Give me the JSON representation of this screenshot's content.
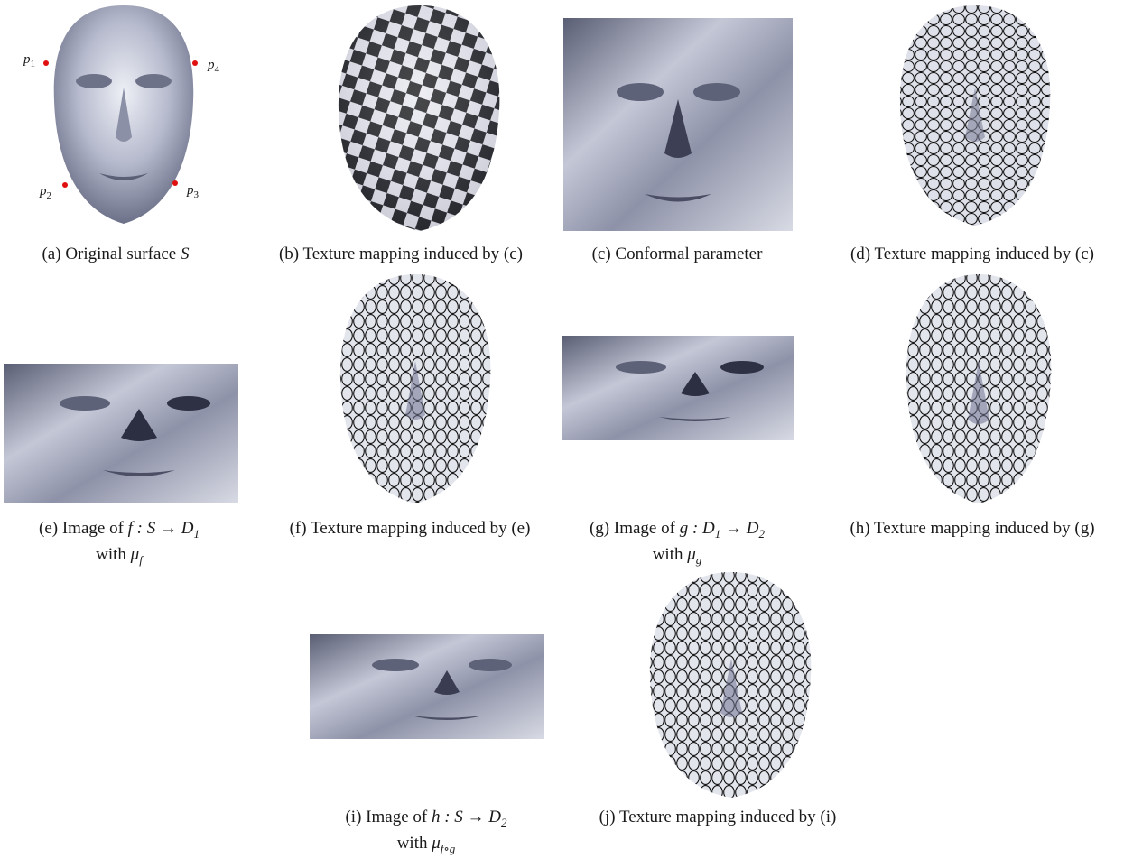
{
  "figure": {
    "colors": {
      "face_light": "#e7e9f2",
      "face_mid": "#a3a7bd",
      "face_dark": "#3b3e52",
      "grid_line": "#111111",
      "landmark": "#e01010"
    },
    "panels": [
      {
        "id": "a",
        "caption_pre": "(a) Original surface ",
        "caption_var": "S",
        "content": "original-surface"
      },
      {
        "id": "b",
        "caption": "(b) Texture mapping induced by (c)",
        "content": "checkerboard-texture"
      },
      {
        "id": "c",
        "caption": "(c) Conformal parameter",
        "content": "conformal-parameter-image"
      },
      {
        "id": "d",
        "caption": "(d) Texture mapping induced by (c)",
        "content": "circle-packing-texture"
      },
      {
        "id": "e",
        "caption_line1_pre": "(e) Image of ",
        "caption_line1_math": "f : S → D",
        "caption_line1_sub": "1",
        "caption_line2_pre": "with ",
        "caption_line2_math": "μ",
        "caption_line2_sub": "f"
      },
      {
        "id": "f",
        "caption": "(f) Texture mapping induced by (e)"
      },
      {
        "id": "g",
        "caption_line1_pre": "(g) Image of ",
        "caption_line1_math": "g : D",
        "caption_line1_sub": "1",
        "caption_line1_mid": " → D",
        "caption_line1_sub2": "2",
        "caption_line2_pre": "with ",
        "caption_line2_math": "μ",
        "caption_line2_sub": "g"
      },
      {
        "id": "h",
        "caption": "(h) Texture mapping induced by (g)"
      },
      {
        "id": "i",
        "caption_line1_pre": "(i) Image of ",
        "caption_line1_math": "h : S → D",
        "caption_line1_sub": "2",
        "caption_line2_pre": "with ",
        "caption_line2_math": "μ",
        "caption_line2_sub": "f∘g"
      },
      {
        "id": "j",
        "caption": "(j) Texture mapping induced by (i)"
      }
    ],
    "landmarks": [
      {
        "name": "p",
        "sub": "1"
      },
      {
        "name": "p",
        "sub": "4"
      },
      {
        "name": "p",
        "sub": "2"
      },
      {
        "name": "p",
        "sub": "3"
      }
    ]
  }
}
